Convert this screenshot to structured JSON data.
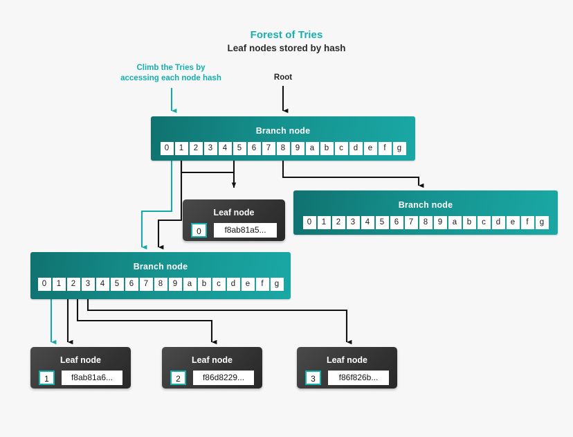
{
  "header": {
    "title": "Forest of Tries",
    "subtitle": "Leaf nodes stored by hash",
    "title_color": "#16b0ae"
  },
  "annotations": [
    {
      "id": "climb",
      "text": "Climb the Tries by\naccessing each node hash",
      "color": "#15b0ae"
    },
    {
      "id": "root",
      "text": "Root",
      "color": "#222222"
    }
  ],
  "legend": {
    "branch_label": "Branch node",
    "leaf_label": "Leaf node",
    "cell_keys": [
      "0",
      "1",
      "2",
      "3",
      "4",
      "5",
      "6",
      "7",
      "8",
      "9",
      "a",
      "b",
      "c",
      "d",
      "e",
      "f",
      "g"
    ]
  },
  "colors": {
    "background": "#f7f7f7",
    "teal_accent": "#16b0ae",
    "branch_gradient_start": "#10726f",
    "branch_gradient_end": "#1aa8a5",
    "leaf_dark": "#3b3b3b",
    "wire_black": "#111111"
  },
  "nodes": {
    "branch_root": {
      "label": "Branch node",
      "cells": [
        "0",
        "1",
        "2",
        "3",
        "4",
        "5",
        "6",
        "7",
        "8",
        "9",
        "a",
        "b",
        "c",
        "d",
        "e",
        "f",
        "g"
      ]
    },
    "branch_right": {
      "label": "Branch node",
      "cells": [
        "0",
        "1",
        "2",
        "3",
        "4",
        "5",
        "6",
        "7",
        "8",
        "9",
        "a",
        "b",
        "c",
        "d",
        "e",
        "f",
        "g"
      ]
    },
    "branch_lower": {
      "label": "Branch node",
      "cells": [
        "0",
        "1",
        "2",
        "3",
        "4",
        "5",
        "6",
        "7",
        "8",
        "9",
        "a",
        "b",
        "c",
        "d",
        "e",
        "f",
        "g"
      ]
    },
    "leaf_top": {
      "label": "Leaf node",
      "index": "0",
      "hash": "f8ab81a5..."
    },
    "leaf_1": {
      "label": "Leaf node",
      "index": "1",
      "hash": "f8ab81a6..."
    },
    "leaf_2": {
      "label": "Leaf node",
      "index": "2",
      "hash": "f86d8229..."
    },
    "leaf_3": {
      "label": "Leaf node",
      "index": "3",
      "hash": "f86f826b..."
    }
  }
}
